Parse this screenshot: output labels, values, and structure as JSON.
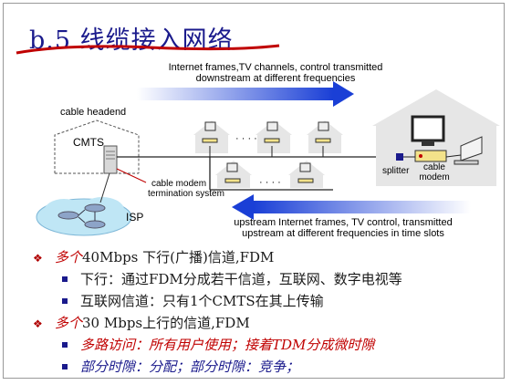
{
  "slide": {
    "title": "b.5 线缆接入网络"
  },
  "diagram": {
    "downstream_label_line1": "Internet frames,TV channels, control  transmitted",
    "downstream_label_line2": "downstream at different frequencies",
    "headend_label": "cable headend",
    "cmts_label": "CMTS",
    "cmts_desc_line1": "cable modem",
    "cmts_desc_line2": "termination system",
    "isp_label": "ISP",
    "dots_top": "· · · ·",
    "dots_bottom": "· · · ·",
    "splitter_label": "splitter",
    "modem_label_line1": "cable",
    "modem_label_line2": "modem",
    "upstream_label_line1": "upstream Internet frames, TV control,  transmitted",
    "upstream_label_line2": "upstream at different frequencies in time slots"
  },
  "bullets": [
    {
      "level": 1,
      "prefix": "多个",
      "text": "40Mbps 下行(广播)信道,FDM"
    },
    {
      "level": 2,
      "text": "下行：通过FDM分成若干信道，互联网、数字电视等"
    },
    {
      "level": 2,
      "text": "互联网信道：只有1个CMTS在其上传输"
    },
    {
      "level": 1,
      "prefix": "多个",
      "text": "30 Mbps上行的信道,FDM"
    },
    {
      "level": 2,
      "red": "多路访问：所有用户使用；接着TDM分成微时隙"
    },
    {
      "level": 2,
      "red": "部分时隙：分配；部分时隙：竞争；"
    }
  ],
  "colors": {
    "title": "#1a1a8c",
    "underline": "#c00000",
    "arrow": "#1a3fd6",
    "house": "#e6e6e6",
    "accent_red": "#c00000"
  }
}
